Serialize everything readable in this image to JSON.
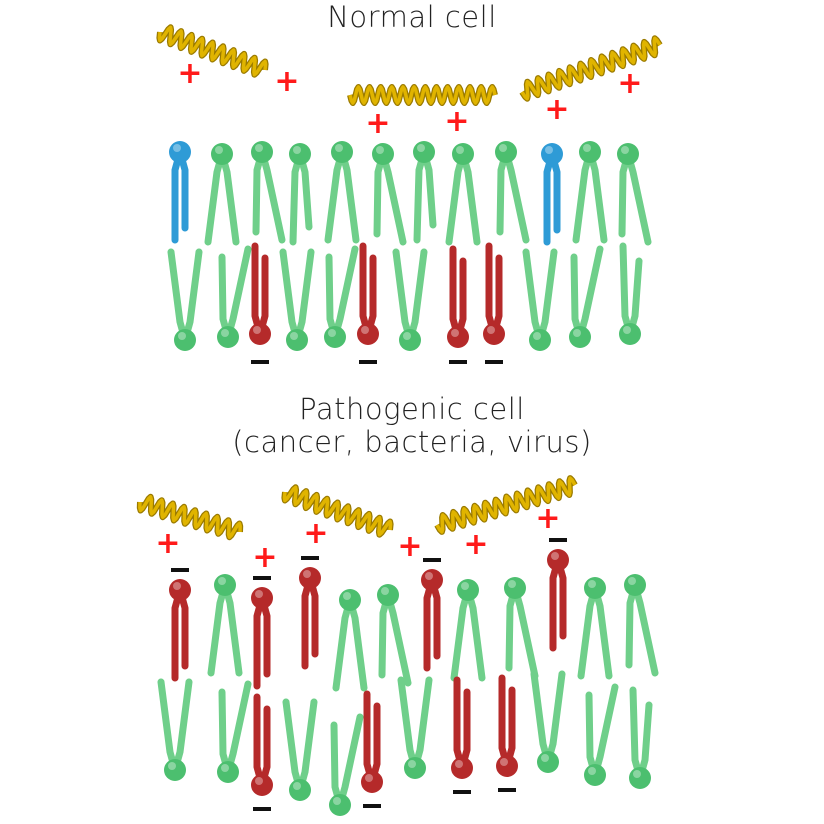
{
  "normal": {
    "title": "Normal cell",
    "outer_leaflet": [
      "zwitterionic-blue",
      "neutral",
      "neutral",
      "neutral",
      "neutral",
      "neutral",
      "neutral",
      "neutral",
      "neutral",
      "zwitterionic-blue",
      "neutral",
      "neutral"
    ],
    "inner_leaflet": [
      "neutral",
      "neutral",
      "anionic",
      "neutral",
      "neutral",
      "anionic",
      "neutral",
      "anionic",
      "anionic",
      "neutral",
      "neutral",
      "neutral"
    ]
  },
  "pathogenic": {
    "title": "Pathogenic cell",
    "subtitle": "(cancer, bacteria, virus)",
    "outer_leaflet": [
      "anionic",
      "neutral",
      "anionic",
      "anionic",
      "neutral",
      "neutral",
      "anionic",
      "neutral",
      "neutral",
      "anionic",
      "neutral",
      "neutral"
    ],
    "inner_leaflet": [
      "neutral",
      "neutral",
      "anionic",
      "neutral",
      "neutral",
      "anionic",
      "neutral",
      "anionic",
      "anionic",
      "neutral",
      "neutral",
      "neutral"
    ]
  },
  "symbols": {
    "plus": "+",
    "minus": "−"
  },
  "colors": {
    "neutral": "#6fcf8a",
    "neutral_head": "#4cbf6f",
    "zwitterionic-blue": "#2e9bd6",
    "anionic": "#b52a2a",
    "peptide": "#e0b400",
    "plus": "#ff1a1a",
    "minus": "#111111"
  }
}
